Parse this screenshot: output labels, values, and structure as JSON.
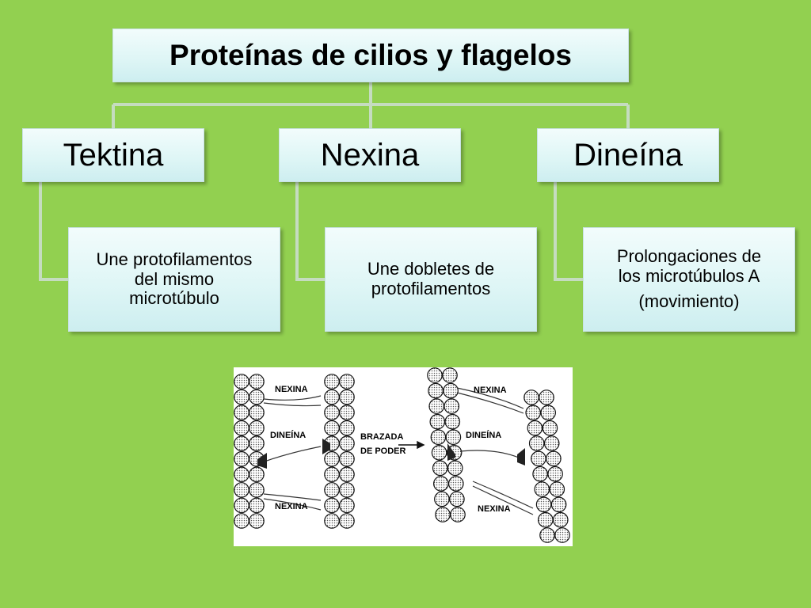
{
  "title": "Proteínas de cilios y flagelos",
  "proteins": [
    {
      "name": "Tektina",
      "description": [
        "Une protofilamentos",
        "del mismo",
        "microtúbulo"
      ]
    },
    {
      "name": "Nexina",
      "description": [
        "Une dobletes de",
        "protofilamentos"
      ]
    },
    {
      "name": "Dineína",
      "description": [
        "Prolongaciones de",
        "los microtúbulos A",
        "(movimiento)"
      ]
    }
  ],
  "illustration": {
    "left_labels": {
      "nexina_top": "NEXINA",
      "dineina": "DINEÍNA",
      "nexina_bottom": "NEXINA"
    },
    "center_label": [
      "BRAZADA",
      "DE PODER"
    ],
    "right_labels": {
      "nexina_top": "NEXINA",
      "dineina": "DINEÍNA",
      "nexina_bottom": "NEXINA"
    }
  }
}
